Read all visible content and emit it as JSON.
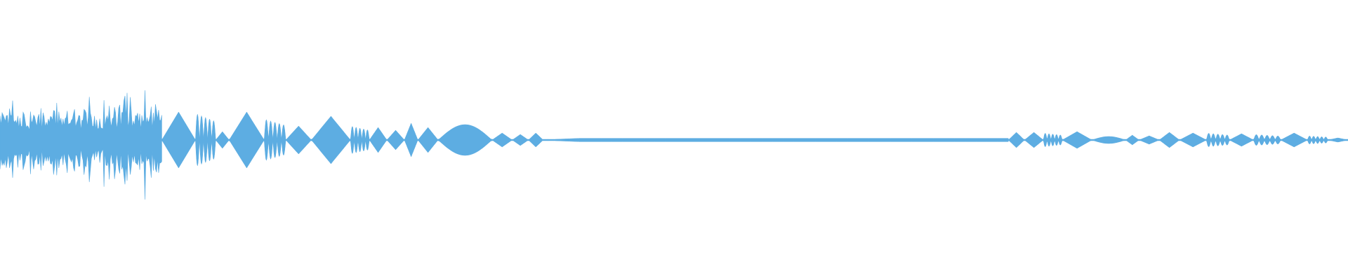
{
  "waveform": {
    "color": "#5dade2",
    "background": "#ffffff",
    "segments": [
      {
        "t0": 0.0,
        "t1": 0.12,
        "kind": "dense",
        "amp": 0.27
      },
      {
        "t0": 0.12,
        "t1": 0.145,
        "kind": "diamond",
        "amp": 0.2
      },
      {
        "t0": 0.145,
        "t1": 0.16,
        "kind": "spike",
        "amp": 0.19
      },
      {
        "t0": 0.16,
        "t1": 0.17,
        "kind": "diamond",
        "amp": 0.06
      },
      {
        "t0": 0.17,
        "t1": 0.196,
        "kind": "diamond",
        "amp": 0.2
      },
      {
        "t0": 0.196,
        "t1": 0.212,
        "kind": "spike",
        "amp": 0.15
      },
      {
        "t0": 0.212,
        "t1": 0.231,
        "kind": "diamond",
        "amp": 0.1
      },
      {
        "t0": 0.231,
        "t1": 0.26,
        "kind": "diamond",
        "amp": 0.17
      },
      {
        "t0": 0.26,
        "t1": 0.274,
        "kind": "spike",
        "amp": 0.1
      },
      {
        "t0": 0.274,
        "t1": 0.287,
        "kind": "diamond",
        "amp": 0.09
      },
      {
        "t0": 0.287,
        "t1": 0.3,
        "kind": "diamond",
        "amp": 0.07
      },
      {
        "t0": 0.3,
        "t1": 0.31,
        "kind": "diamond",
        "amp": 0.12
      },
      {
        "t0": 0.31,
        "t1": 0.325,
        "kind": "diamond",
        "amp": 0.09
      },
      {
        "t0": 0.325,
        "t1": 0.365,
        "kind": "hump",
        "amp": 0.11
      },
      {
        "t0": 0.365,
        "t1": 0.38,
        "kind": "diamond",
        "amp": 0.05
      },
      {
        "t0": 0.38,
        "t1": 0.392,
        "kind": "diamond",
        "amp": 0.04
      },
      {
        "t0": 0.392,
        "t1": 0.403,
        "kind": "diamond",
        "amp": 0.05
      },
      {
        "t0": 0.403,
        "t1": 0.43,
        "kind": "taper",
        "amp": 0.012
      },
      {
        "t0": 0.43,
        "t1": 0.748,
        "kind": "flat",
        "amp": 0.012
      },
      {
        "t0": 0.748,
        "t1": 0.76,
        "kind": "diamond",
        "amp": 0.055
      },
      {
        "t0": 0.76,
        "t1": 0.774,
        "kind": "diamond",
        "amp": 0.055
      },
      {
        "t0": 0.774,
        "t1": 0.788,
        "kind": "spike",
        "amp": 0.05
      },
      {
        "t0": 0.788,
        "t1": 0.81,
        "kind": "diamond",
        "amp": 0.06
      },
      {
        "t0": 0.81,
        "t1": 0.835,
        "kind": "hump",
        "amp": 0.025
      },
      {
        "t0": 0.835,
        "t1": 0.845,
        "kind": "diamond",
        "amp": 0.035
      },
      {
        "t0": 0.845,
        "t1": 0.86,
        "kind": "diamond",
        "amp": 0.03
      },
      {
        "t0": 0.86,
        "t1": 0.875,
        "kind": "diamond",
        "amp": 0.055
      },
      {
        "t0": 0.875,
        "t1": 0.895,
        "kind": "diamond",
        "amp": 0.05
      },
      {
        "t0": 0.895,
        "t1": 0.912,
        "kind": "spike",
        "amp": 0.05
      },
      {
        "t0": 0.912,
        "t1": 0.93,
        "kind": "diamond",
        "amp": 0.045
      },
      {
        "t0": 0.93,
        "t1": 0.95,
        "kind": "spike",
        "amp": 0.04
      },
      {
        "t0": 0.95,
        "t1": 0.97,
        "kind": "diamond",
        "amp": 0.05
      },
      {
        "t0": 0.97,
        "t1": 0.985,
        "kind": "spike",
        "amp": 0.03
      },
      {
        "t0": 0.985,
        "t1": 1.0,
        "kind": "diamond",
        "amp": 0.015
      }
    ]
  }
}
